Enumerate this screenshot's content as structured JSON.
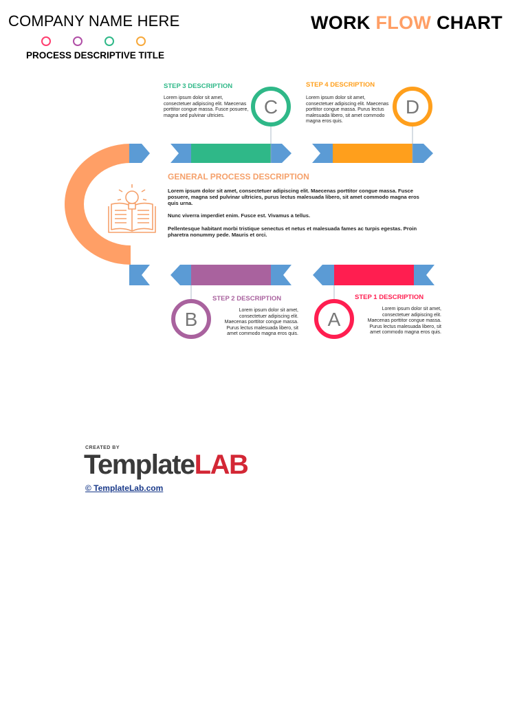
{
  "header": {
    "company_name": "COMPANY NAME HERE",
    "process_title": "PROCESS DESCRIPTIVE TITLE",
    "chart_title_part1": "WORK ",
    "chart_title_part2": "FLOW",
    "chart_title_part3": " CHART",
    "dot_colors": [
      "#ff3d6e",
      "#b04ea6",
      "#2fb888",
      "#f7a83a"
    ]
  },
  "steps": [
    {
      "letter": "A",
      "label": "STEP 1 DESCRIPTION",
      "color": "#ff1e50",
      "text": "Lorem ipsum dolor sit amet, consectetuer adipiscing elit. Maecenas porttitor congue massa. Purus lectus malesuada libero, sit amet commodo magna eros quis."
    },
    {
      "letter": "B",
      "label": "STEP 2 DESCRIPTION",
      "color": "#a9629e",
      "text": "Lorem ipsum dolor sit amet, consectetuer adipiscing elit. Maecenas porttitor congue massa. Purus lectus malesuada libero, sit amet commodo magna eros quis."
    },
    {
      "letter": "C",
      "label": "STEP 3 DESCRIPTION",
      "color": "#2fb888",
      "text": "Lorem ipsum dolor sit amet, consectetuer adipiscing elit. Maecenas porttitor congue massa. Fusce posuere, magna sed pulvinar ultricies."
    },
    {
      "letter": "D",
      "label": "STEP 4 DESCRIPTION",
      "color": "#ff9f1c",
      "text": "Lorem ipsum dolor sit amet, consectetuer adipiscing elit. Maecenas porttitor congue massa. Purus lectus malesuada libero, sit amet commodo magna eros quis."
    }
  ],
  "general": {
    "title": "GENERAL PROCESS DESCRIPTION",
    "para1": "Lorem ipsum dolor sit amet, consectetuer adipiscing elit. Maecenas porttitor congue massa. Fusce posuere, magna sed pulvinar ultricies, purus lectus malesuada libero, sit amet commodo magna eros quis urna.",
    "para2": "Nunc viverra imperdiet enim. Fusce est. Vivamus a tellus.",
    "para3": "Pellentesque habitant morbi tristique senectus et netus et malesuada fames ac turpis egestas. Proin pharetra nonummy pede. Mauris et orci."
  },
  "colors": {
    "arrow_blue": "#5b9bd5",
    "arc_orange": "#ff9f66",
    "icon_orange": "#f5a06a"
  },
  "icons": {
    "general": "book-lightbulb-icon"
  },
  "footer": {
    "created_by": "CREATED BY",
    "logo_part1": "Template",
    "logo_part2": "LAB",
    "link": "© TemplateLab.com"
  }
}
